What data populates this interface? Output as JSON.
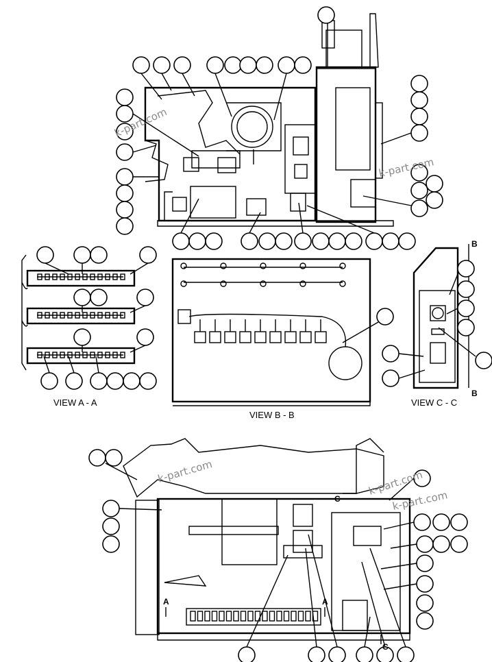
{
  "views": {
    "view_a": "VIEW  A - A",
    "view_b": "VIEW  B - B",
    "view_c": "VIEW  C - C"
  },
  "section_marks": {
    "b_top": "B",
    "b_bottom": "B",
    "c_top": "C",
    "c_bottom": "C",
    "a_left": "A",
    "a_right": "A"
  },
  "watermarks": [
    "k-part.com",
    "k-part.com",
    "k-part.com",
    "k-part.com",
    "k-part.com"
  ]
}
